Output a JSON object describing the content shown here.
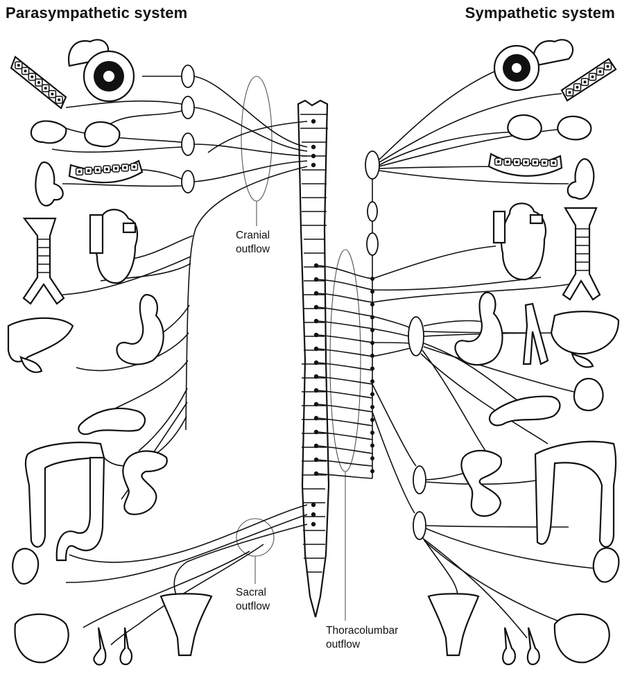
{
  "titles": {
    "left": "Parasympathetic system",
    "right": "Sympathetic system"
  },
  "labels": {
    "cranial": [
      "Cranial",
      "outflow"
    ],
    "sacral": [
      "Sacral",
      "outflow"
    ],
    "thoracolumbar": [
      "Thoracolumbar",
      "outflow"
    ]
  },
  "spinal_cord": {
    "segments": 34,
    "cranial_dots": 4,
    "thoracolumbar_dots": 16,
    "sacral_dots": 3
  },
  "organs": [
    "eye",
    "lacrimal-gland",
    "salivary-glands",
    "heart",
    "trachea-lungs",
    "stomach",
    "liver",
    "pancreas",
    "small-intestine",
    "large-intestine",
    "kidney",
    "bladder",
    "uterus",
    "testes",
    "blood-vessels"
  ]
}
